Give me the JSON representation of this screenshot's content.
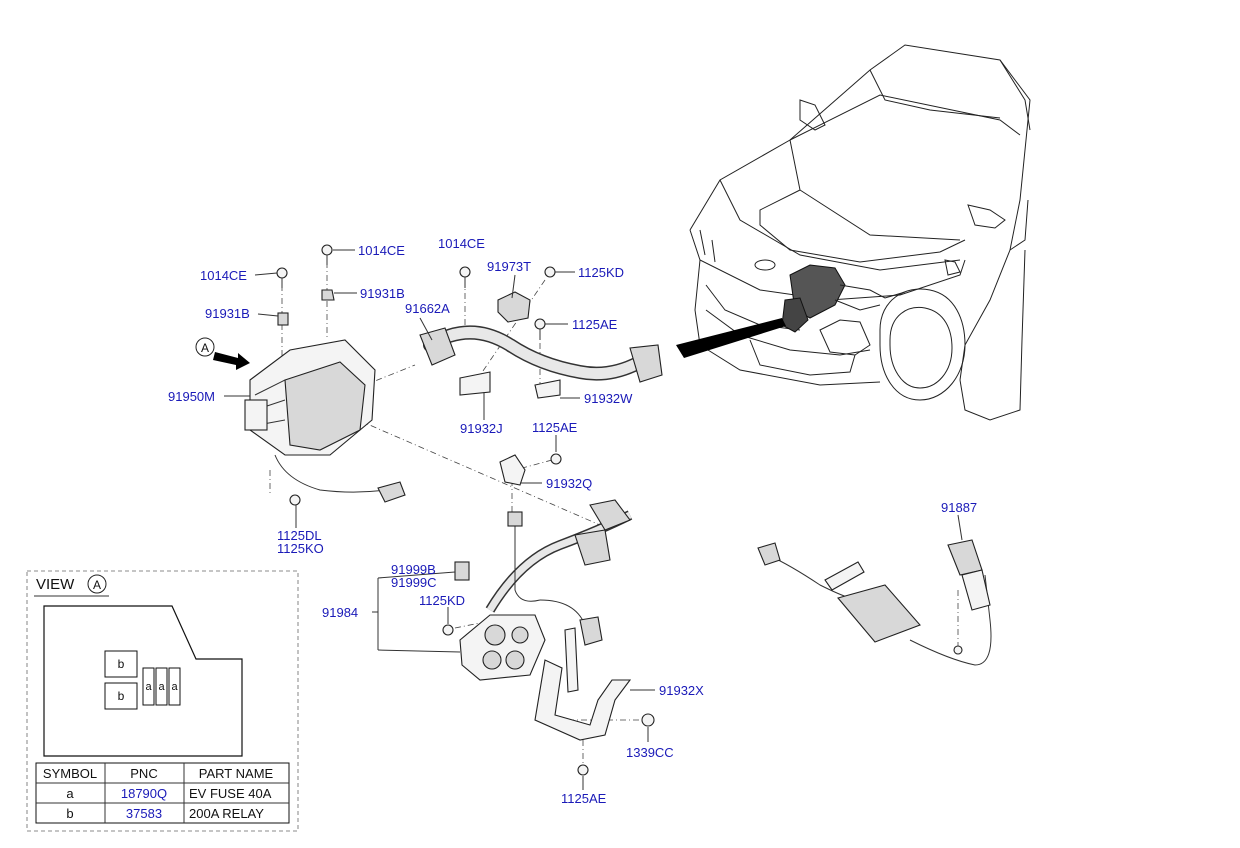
{
  "callouts": {
    "c1014ce_a": "1014CE",
    "c1014ce_b": "1014CE",
    "c1014ce_c": "1014CE",
    "c91931b_a": "91931B",
    "c91931b_b": "91931B",
    "c91950m": "91950M",
    "c1125dl": "1125DL",
    "c1125ko": "1125KO",
    "c91662a": "91662A",
    "c91973t": "91973T",
    "c1125kd_a": "1125KD",
    "c1125ae_a": "1125AE",
    "c91932w": "91932W",
    "c91932j": "91932J",
    "c1125ae_b": "1125AE",
    "c91932q": "91932Q",
    "c91999b": "91999B",
    "c91999c": "91999C",
    "c91984": "91984",
    "c1125kd_b": "1125KD",
    "c91932x": "91932X",
    "c1339cc": "1339CC",
    "c1125ae_c": "1125AE",
    "c91887": "91887"
  },
  "view_marker": "A",
  "view_box": {
    "title": "VIEW",
    "marker": "A",
    "cells": [
      "b",
      "b",
      "a",
      "a",
      "a"
    ]
  },
  "legend_table": {
    "headers": [
      "SYMBOL",
      "PNC",
      "PART NAME"
    ],
    "rows": [
      {
        "symbol": "a",
        "pnc": "18790Q",
        "name": "EV FUSE 40A"
      },
      {
        "symbol": "b",
        "pnc": "37583",
        "name": "200A RELAY"
      }
    ]
  },
  "colors": {
    "label": "#1a1ab8",
    "line": "#333333",
    "background": "#ffffff"
  }
}
